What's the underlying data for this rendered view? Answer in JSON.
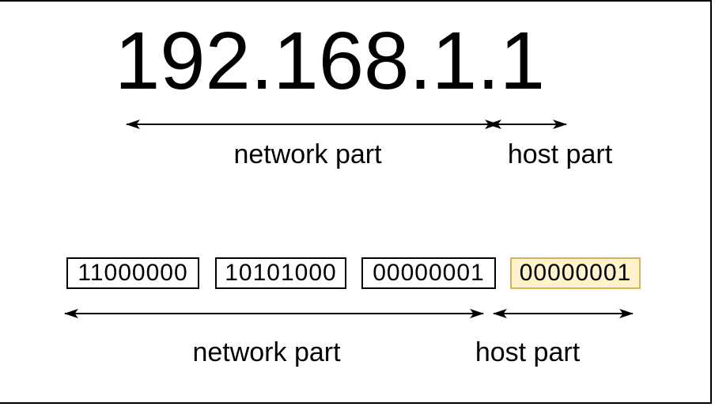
{
  "diagram": {
    "title_ip_address": "192.168.1.1",
    "decimal_breakdown": {
      "network_label": "network part",
      "host_label": "host part"
    },
    "binary_breakdown": {
      "octets": [
        {
          "bits": "11000000",
          "highlighted": false
        },
        {
          "bits": "10101000",
          "highlighted": false
        },
        {
          "bits": "00000001",
          "highlighted": false
        },
        {
          "bits": "00000001",
          "highlighted": true
        }
      ],
      "network_label": "network part",
      "host_label": "host part"
    }
  },
  "colors": {
    "highlight-fill": "#FFF2CC",
    "highlight-border": "#D6B656",
    "line-color": "#000000"
  }
}
